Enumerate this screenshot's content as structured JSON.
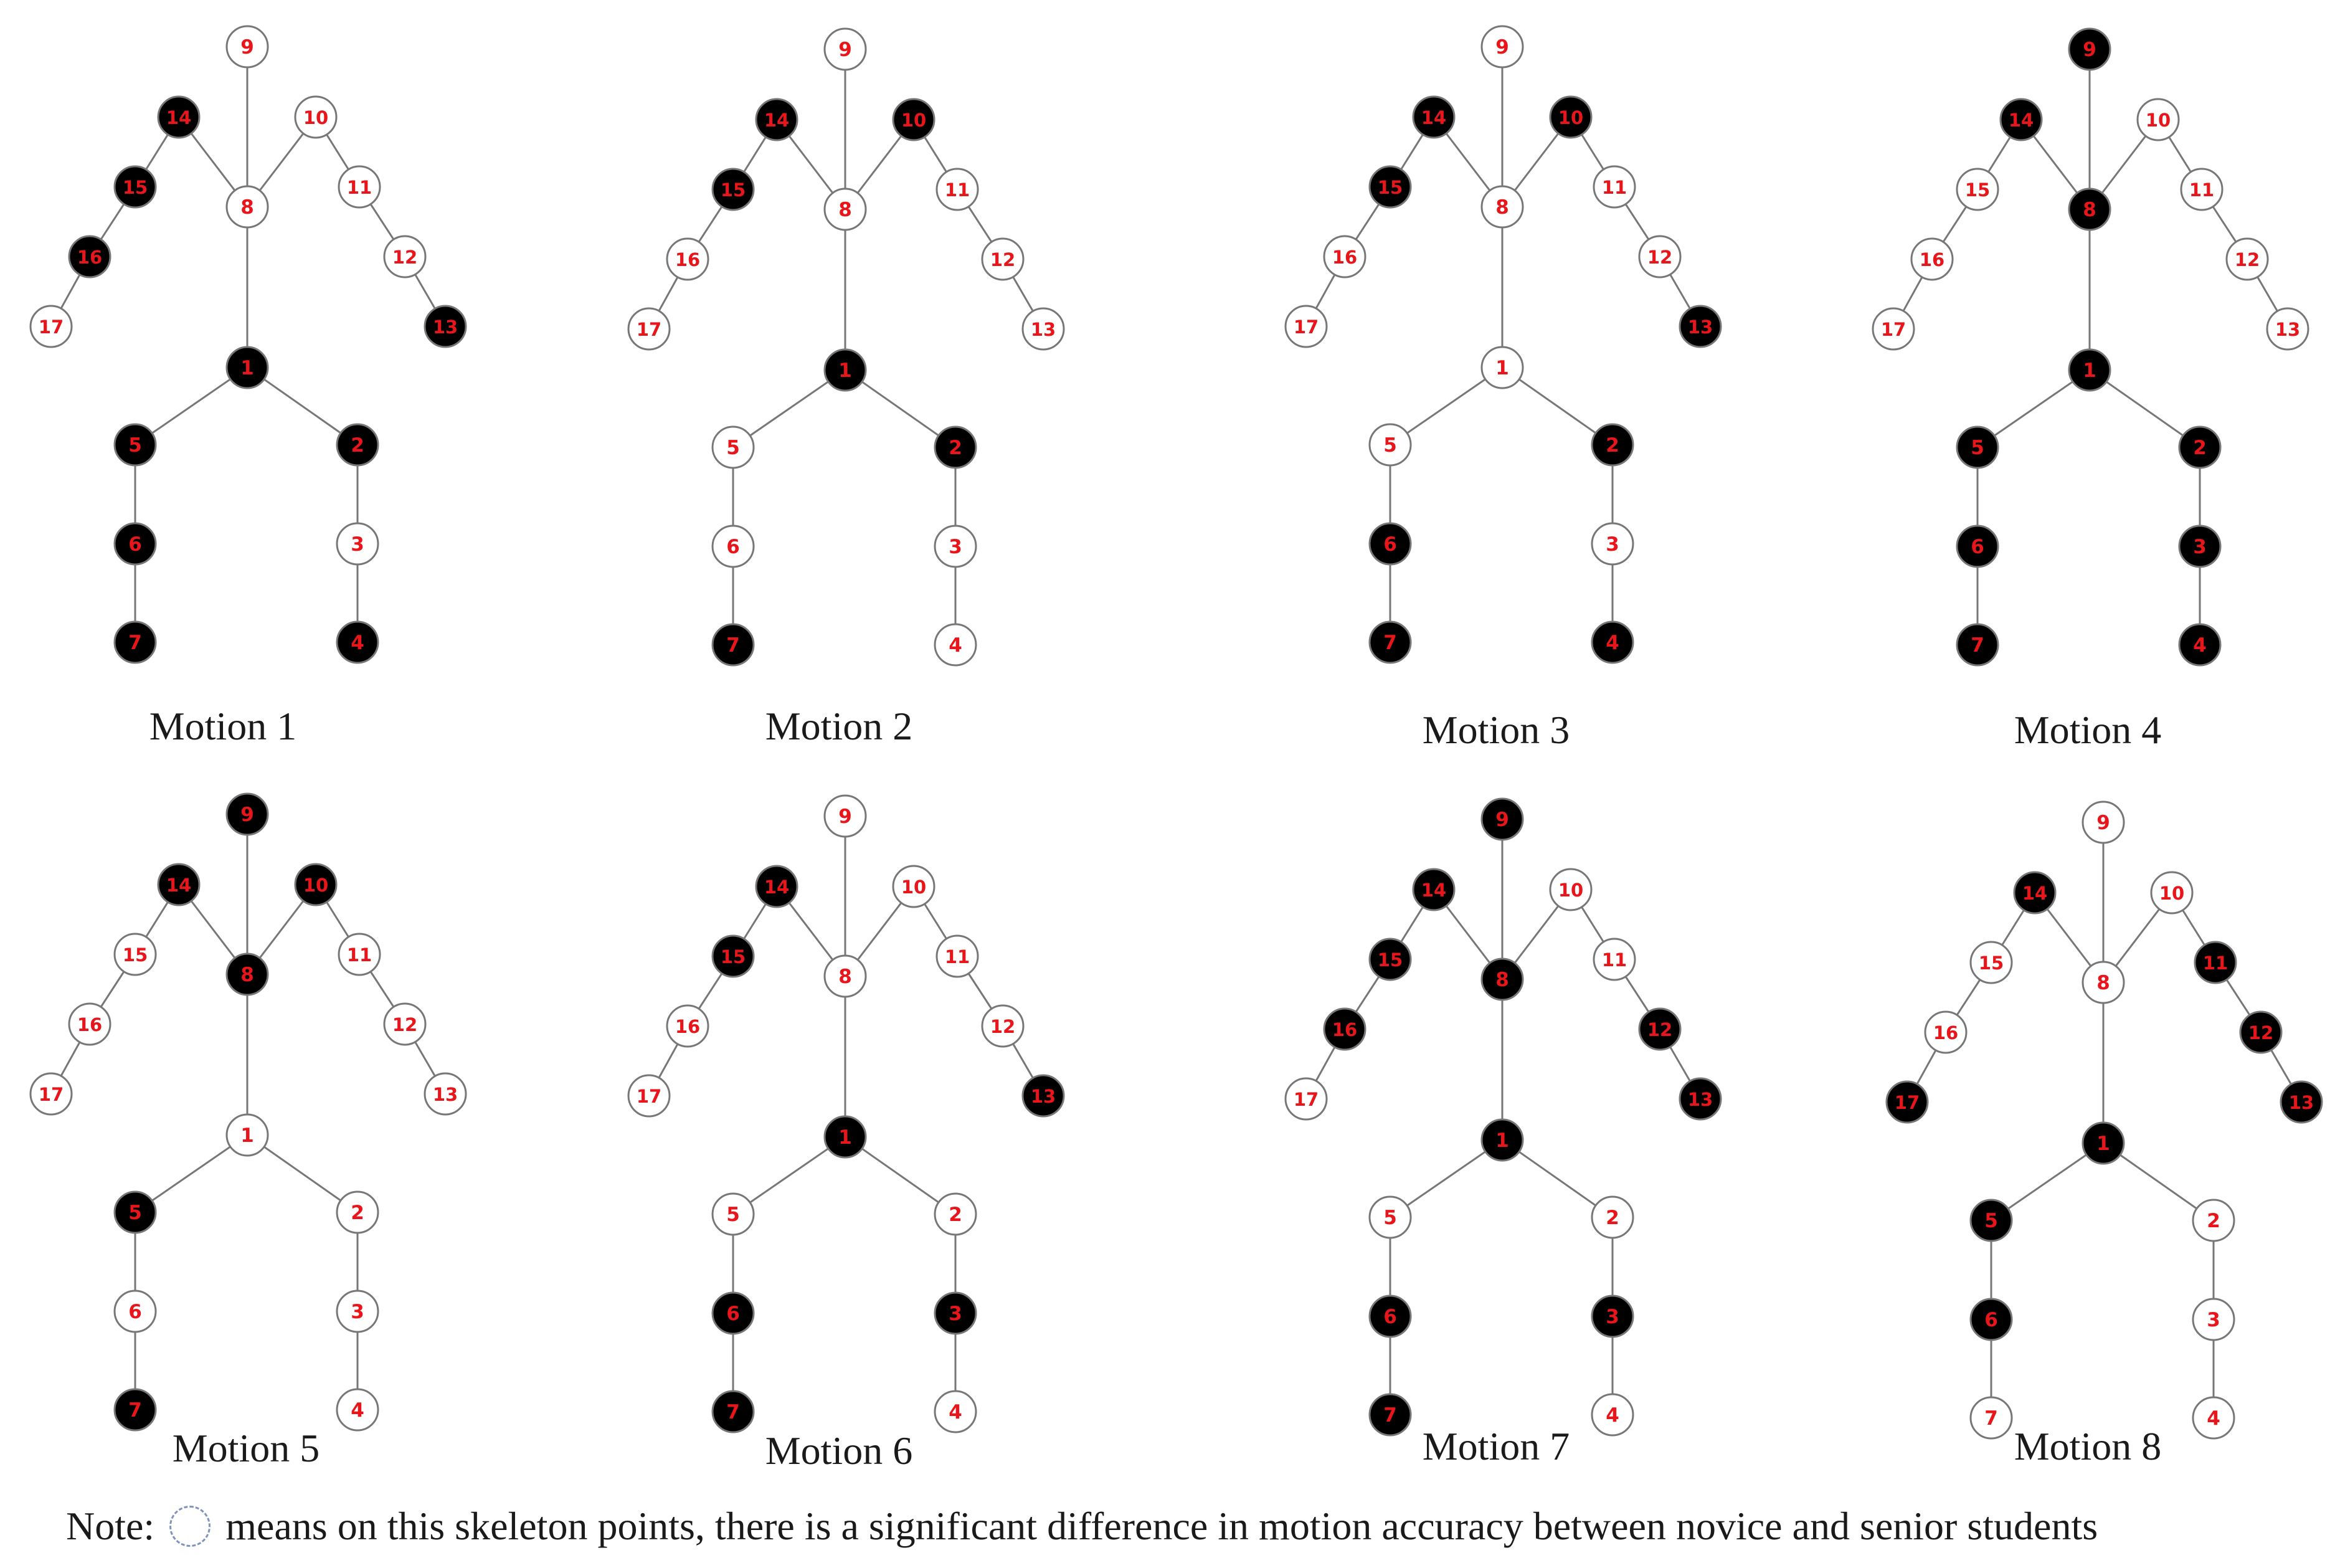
{
  "colors": {
    "significant_fill": "#000000",
    "normal_fill": "#ffffff",
    "node_stroke": "#777777",
    "bone_stroke": "#777777",
    "label_text": "#e8161b"
  },
  "node_ids": [
    "1",
    "2",
    "3",
    "4",
    "5",
    "6",
    "7",
    "8",
    "9",
    "10",
    "11",
    "12",
    "13",
    "14",
    "15",
    "16",
    "17"
  ],
  "bones": [
    [
      "9",
      "8"
    ],
    [
      "8",
      "14"
    ],
    [
      "14",
      "15"
    ],
    [
      "15",
      "16"
    ],
    [
      "16",
      "17"
    ],
    [
      "8",
      "10"
    ],
    [
      "10",
      "11"
    ],
    [
      "11",
      "12"
    ],
    [
      "12",
      "13"
    ],
    [
      "8",
      "1"
    ],
    [
      "1",
      "5"
    ],
    [
      "5",
      "6"
    ],
    [
      "6",
      "7"
    ],
    [
      "1",
      "2"
    ],
    [
      "2",
      "3"
    ],
    [
      "3",
      "4"
    ]
  ],
  "motions": [
    {
      "title": "Motion 1",
      "significant": [
        "1",
        "2",
        "4",
        "5",
        "6",
        "7",
        "13",
        "14",
        "15",
        "16"
      ]
    },
    {
      "title": "Motion 2",
      "significant": [
        "1",
        "2",
        "7",
        "10",
        "14",
        "15"
      ]
    },
    {
      "title": "Motion 3",
      "significant": [
        "2",
        "4",
        "6",
        "7",
        "10",
        "13",
        "14",
        "15"
      ]
    },
    {
      "title": "Motion 4",
      "significant": [
        "1",
        "2",
        "3",
        "4",
        "5",
        "6",
        "7",
        "8",
        "9",
        "14"
      ]
    },
    {
      "title": "Motion 5",
      "significant": [
        "5",
        "7",
        "8",
        "9",
        "10",
        "14"
      ]
    },
    {
      "title": "Motion 6",
      "significant": [
        "1",
        "3",
        "6",
        "7",
        "13",
        "14",
        "15"
      ]
    },
    {
      "title": "Motion 7",
      "significant": [
        "1",
        "3",
        "6",
        "7",
        "8",
        "9",
        "12",
        "13",
        "14",
        "15",
        "16"
      ]
    },
    {
      "title": "Motion 8",
      "significant": [
        "1",
        "5",
        "6",
        "11",
        "12",
        "13",
        "14",
        "17"
      ]
    }
  ],
  "note": {
    "prefix": "Note:",
    "text": "means on this skeleton points, there is a significant difference in motion accuracy between novice and senior students"
  }
}
